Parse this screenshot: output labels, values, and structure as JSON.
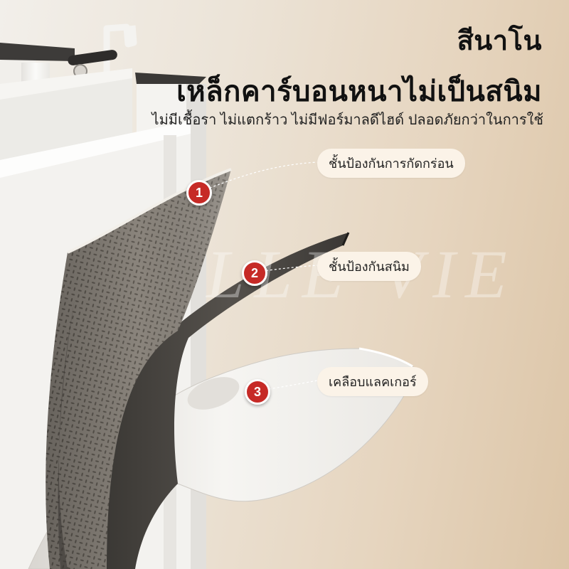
{
  "heading": {
    "line1": "สีนาโน",
    "line2": "เหล็กคาร์บอนหนาไม่เป็นสนิม",
    "subtitle": "ไม่มีเชื้อรา ไม่แตกร้าว ไม่มีฟอร์มาลดีไฮด์ ปลอดภัยกว่าในการใช้"
  },
  "watermark": "LLE VIE",
  "layers": [
    {
      "number": "1",
      "label": "ชั้นป้องกันการกัดกร่อน"
    },
    {
      "number": "2",
      "label": "ชั้นป้องกันสนิม"
    },
    {
      "number": "3",
      "label": "เคลือบแลคเกอร์"
    }
  ],
  "colors": {
    "badge": "#c62a26",
    "callout_bg": "#fbf3e8",
    "frame": "#f7f7f5",
    "steel_dark": "#4a4743"
  }
}
